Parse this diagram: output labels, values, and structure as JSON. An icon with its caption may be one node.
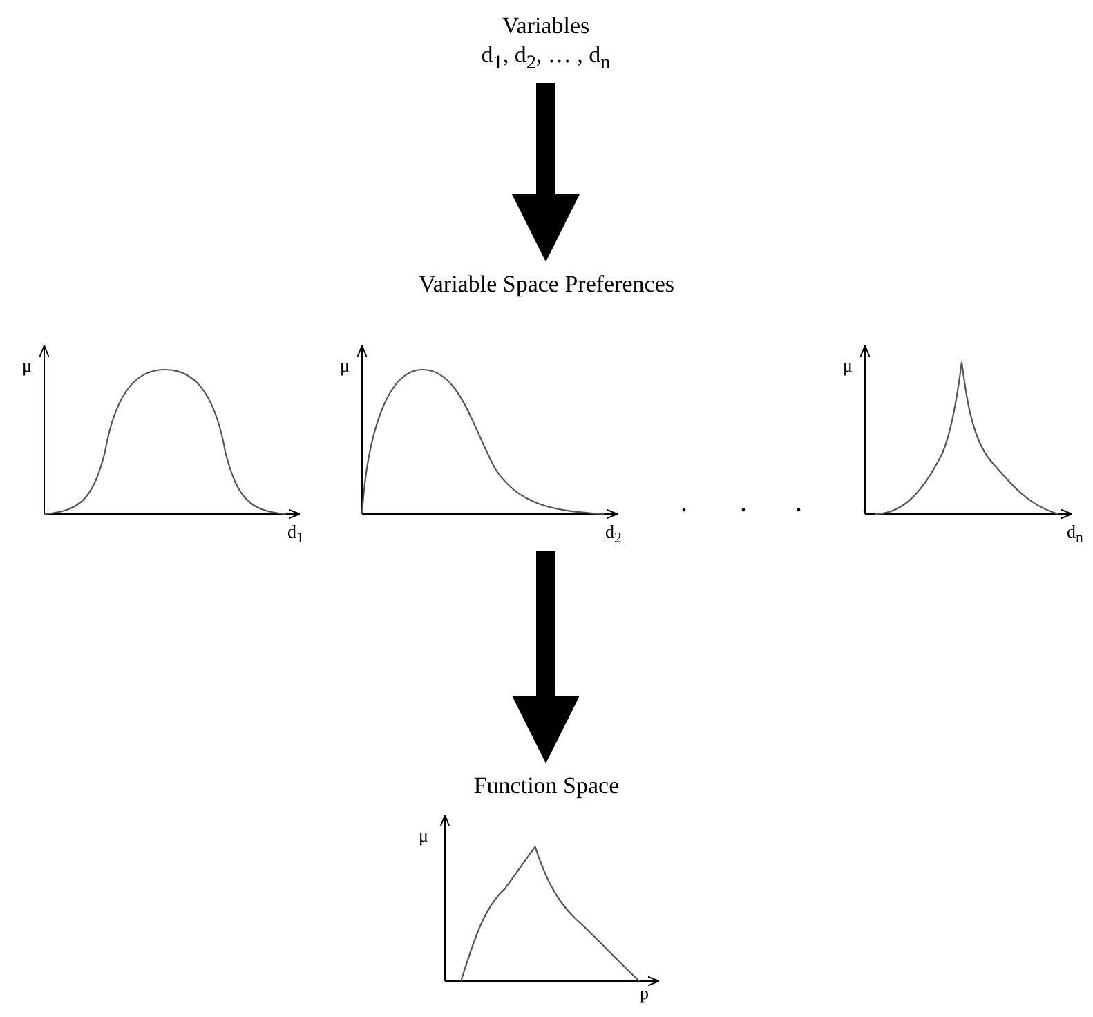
{
  "diagram": {
    "nodes": [
      {
        "text": [
          "Variables",
          "d$_{1}$, d$_{2}$, … , d$_{n}$"
        ]
      },
      {
        "text": [
          "Variable Space Preferences"
        ]
      },
      {
        "text": [
          "Function Space"
        ]
      }
    ],
    "edges": [
      {
        "from": 0,
        "to": 1,
        "arrow": "to"
      },
      {
        "from": 1,
        "to": 2,
        "arrow": "to"
      }
    ],
    "labels": [
      "μ",
      "d$_{1}$",
      "μ",
      "d$_{2}$",
      "μ",
      "d$_{n}$",
      "μ",
      "p"
    ]
  }
}
